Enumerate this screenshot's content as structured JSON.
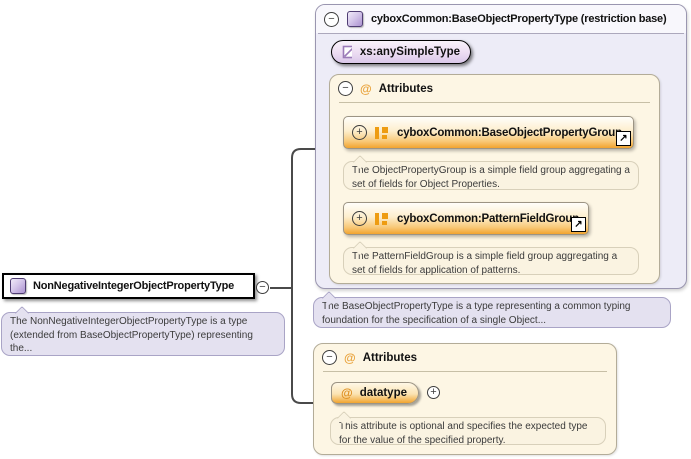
{
  "icons": {
    "collapse": "−",
    "expand": "+",
    "at": "@",
    "link": "↗"
  },
  "colors": {
    "accent_orange": "#F2A42F",
    "at_orange": "#E9A33C",
    "panel_cream": "#FDF6E4",
    "panel_lavender": "#EDECF7",
    "bubble_lavender": "#E4E1F0",
    "bubble_cream": "#FAF3E1",
    "purple_icon": "#AB92D0",
    "connector": "#4A4A4A"
  },
  "root_node": {
    "title": "NonNegativeIntegerObjectPropertyType",
    "description": "The NonNegativeIntegerObjectPropertyType is a type (extended from BaseObjectPropertyType) representing the..."
  },
  "base_type": {
    "title": "cyboxCommon:BaseObjectPropertyType (restriction base)",
    "base_simple_type": "xs:anySimpleType",
    "attributes_section": {
      "label": "Attributes",
      "groups": [
        {
          "name": "cyboxCommon:BaseObjectPropertyGroup",
          "description": "The ObjectPropertyGroup is a simple field group aggregating a set of fields for Object Properties."
        },
        {
          "name": "cyboxCommon:PatternFieldGroup",
          "description": "The PatternFieldGroup is a simple field group aggregating a set of fields for application of patterns."
        }
      ]
    },
    "description": "The BaseObjectPropertyType is a type representing a common typing foundation for the specification of a single Object..."
  },
  "local_attributes_section": {
    "label": "Attributes",
    "attributes": [
      {
        "name": "datatype",
        "description": "This attribute is optional and specifies the expected type for the value of the specified property."
      }
    ]
  }
}
